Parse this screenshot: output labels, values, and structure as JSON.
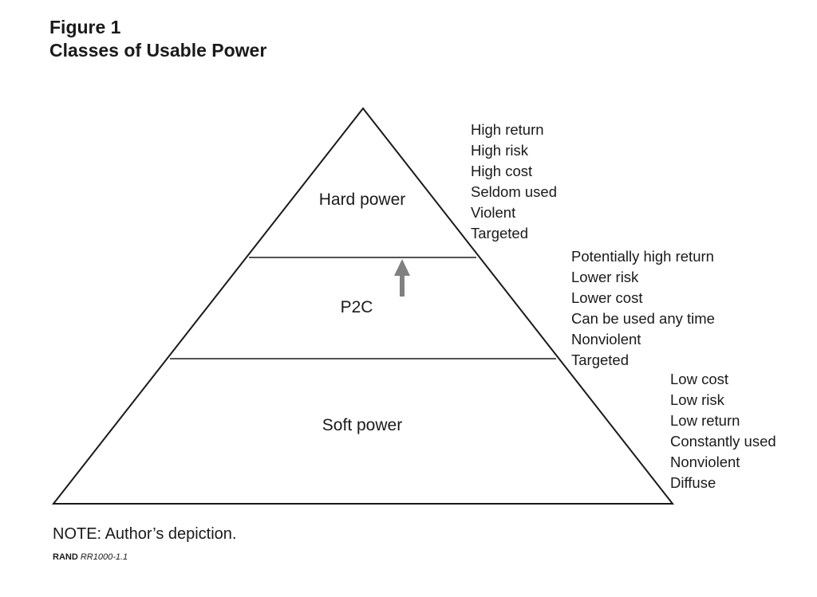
{
  "figure": {
    "number": "Figure 1",
    "title": "Classes of Usable Power"
  },
  "tiers": {
    "hard": {
      "label": "Hard power",
      "attributes": [
        "High return",
        "High risk",
        "High cost",
        "Seldom used",
        "Violent",
        "Targeted"
      ]
    },
    "p2c": {
      "label": "P2C",
      "attributes": [
        "Potentially high return",
        "Lower risk",
        "Lower cost",
        "Can be used any time",
        "Nonviolent",
        "Targeted"
      ]
    },
    "soft": {
      "label": "Soft power",
      "attributes": [
        "Low cost",
        "Low risk",
        "Low return",
        "Constantly used",
        "Nonviolent",
        "Diffuse"
      ]
    }
  },
  "colors": {
    "outline": "#1a1a1a",
    "arrow": "#808080"
  },
  "note": "NOTE: Author’s depiction.",
  "source": {
    "org": "RAND",
    "code": "RR1000-1.1"
  }
}
